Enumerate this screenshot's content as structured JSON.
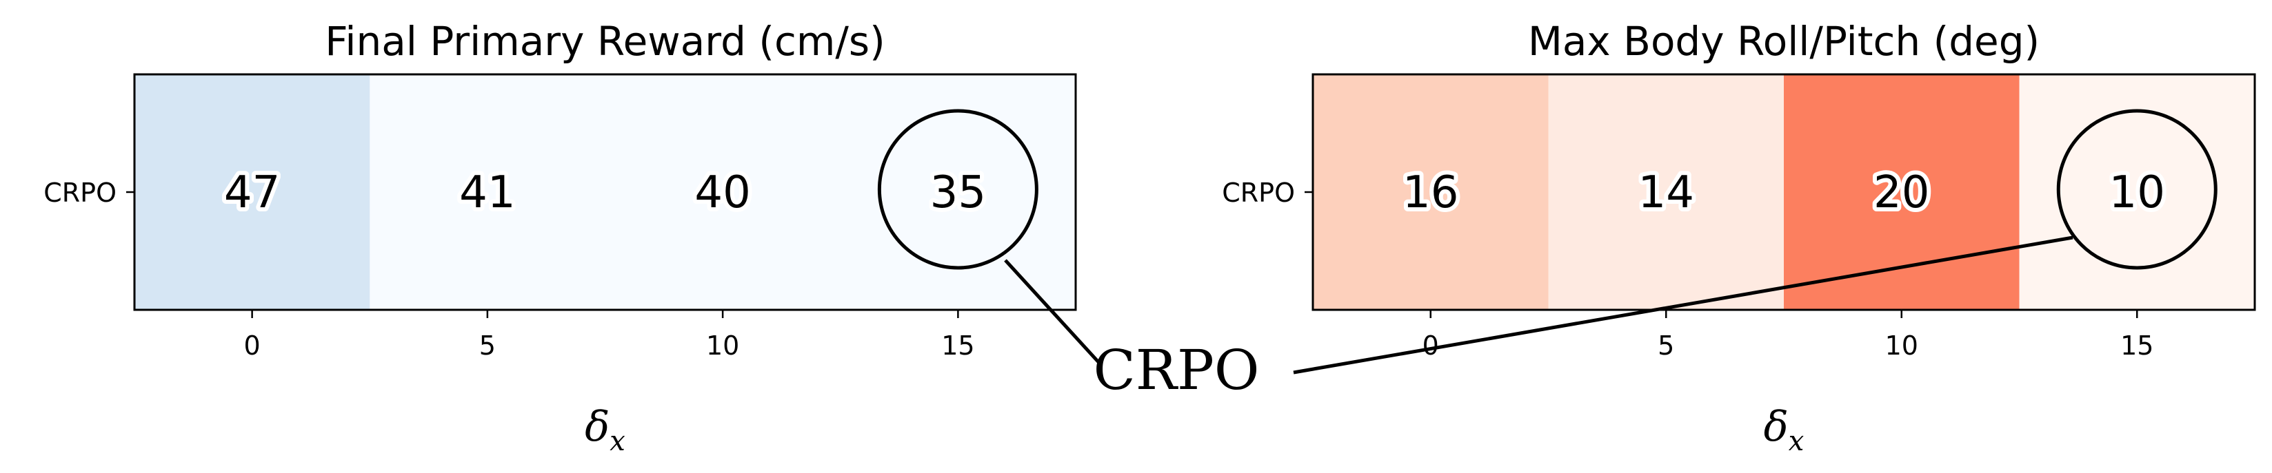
{
  "chart_data": [
    {
      "type": "heatmap",
      "title": "Final Primary Reward (cm/s)",
      "xlabel": "δ",
      "xlabel_sub": "x",
      "y_categories": [
        "CRPO"
      ],
      "x_categories": [
        "0",
        "5",
        "10",
        "15"
      ],
      "values": [
        [
          47,
          41,
          40,
          35
        ]
      ],
      "colormap": "Blues",
      "cell_colors": [
        "#d6e6f4",
        "#f7fbff",
        "#f7fbff",
        "#f7fbff"
      ],
      "highlighted_column": "15",
      "grid": false
    },
    {
      "type": "heatmap",
      "title": "Max Body Roll/Pitch (deg)",
      "xlabel": "δ",
      "xlabel_sub": "x",
      "y_categories": [
        "CRPO"
      ],
      "x_categories": [
        "0",
        "5",
        "10",
        "15"
      ],
      "values": [
        [
          16,
          14,
          20,
          10
        ]
      ],
      "colormap": "Reds",
      "cell_colors": [
        "#fdd0bc",
        "#feeae1",
        "#fc7f5f",
        "#fff5f0"
      ],
      "highlighted_column": "15",
      "grid": false
    }
  ],
  "annotation": {
    "label": "CRPO"
  }
}
